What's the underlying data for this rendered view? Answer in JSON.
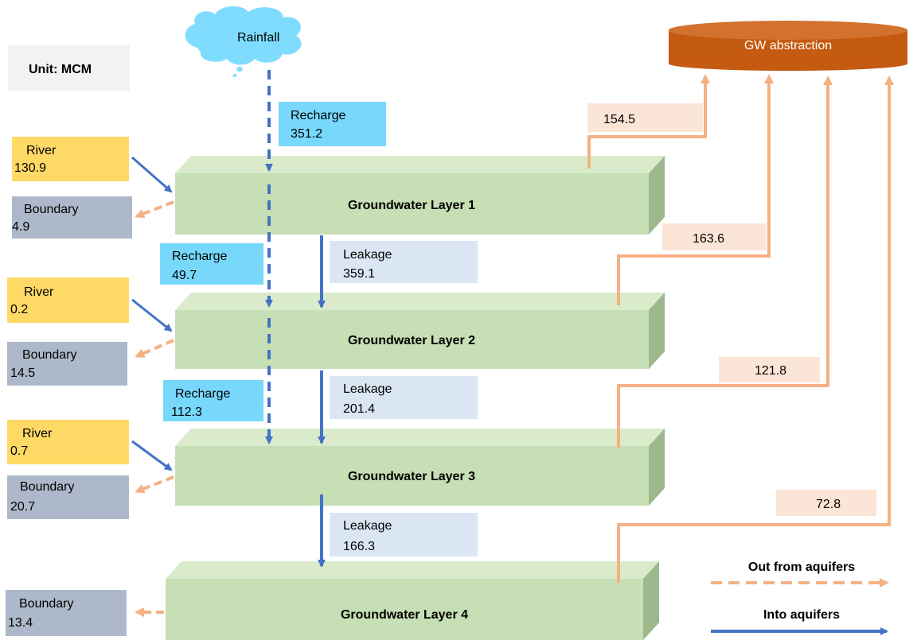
{
  "unit_label": "Unit: MCM",
  "rainfall_label": "Rainfall",
  "abstraction_label": "GW abstraction",
  "layers": [
    {
      "name": "Groundwater Layer 1"
    },
    {
      "name": "Groundwater Layer 2"
    },
    {
      "name": "Groundwater Layer 3"
    },
    {
      "name": "Groundwater Layer 4"
    }
  ],
  "recharge": [
    {
      "label": "Recharge",
      "value": "351.2"
    },
    {
      "label": "Recharge",
      "value": "49.7"
    },
    {
      "label": "Recharge",
      "value": "112.3"
    }
  ],
  "leakage": [
    {
      "label": "Leakage",
      "value": "359.1"
    },
    {
      "label": "Leakage",
      "value": "201.4"
    },
    {
      "label": "Leakage",
      "value": "166.3"
    }
  ],
  "river": [
    {
      "label": "River",
      "value": "130.9"
    },
    {
      "label": "River",
      "value": "0.2"
    },
    {
      "label": "River",
      "value": "0.7"
    }
  ],
  "boundary": [
    {
      "label": "Boundary",
      "value": "4.9"
    },
    {
      "label": "Boundary",
      "value": "14.5"
    },
    {
      "label": "Boundary",
      "value": "20.7"
    },
    {
      "label": "Boundary",
      "value": "13.4"
    }
  ],
  "abstraction": [
    "154.5",
    "163.6",
    "121.8",
    "72.8"
  ],
  "legend": {
    "out_label": "Out from aquifers",
    "in_label": "Into aquifers"
  },
  "colors": {
    "cloud": "#7fdcff",
    "layer_front": "#c6dfb4",
    "layer_top": "#d9ebcb",
    "layer_side": "#9cb88c",
    "river_box": "#ffd966",
    "boundary_box": "#adb9ca",
    "recharge_box": "#77d8fc",
    "leakage_box": "#dbe6f4",
    "abstraction_box": "#fbe5d6",
    "abstraction_tank": "#c55a11",
    "out_arrow": "#f4b183",
    "in_arrow": "#4472c4"
  }
}
